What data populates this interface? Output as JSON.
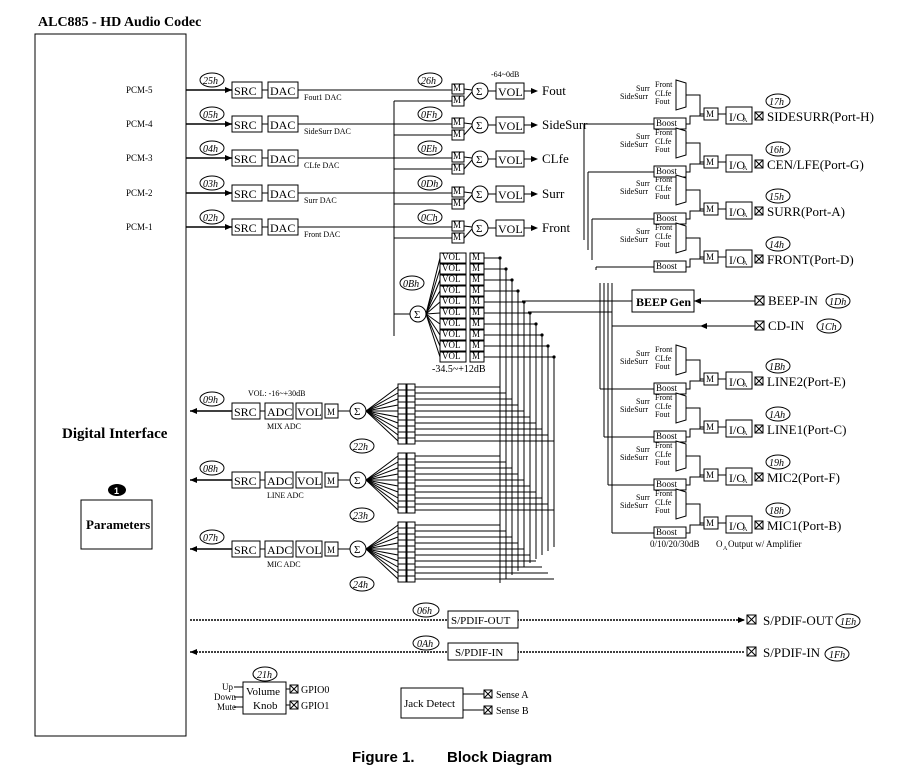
{
  "title": "ALC885 - HD Audio Codec",
  "caption": {
    "figure": "Figure 1.",
    "name": "Block Diagram"
  },
  "digital_interface": "Digital Interface",
  "parameters": {
    "badge": "1",
    "label": "Parameters"
  },
  "labels": {
    "src": "SRC",
    "dac": "DAC",
    "adc": "ADC",
    "vol": "VOL",
    "m": "M",
    "boost": "Boost",
    "ioa": "I/O",
    "ioa_sub": "A",
    "sigma": "Σ"
  },
  "pcm_outputs": [
    {
      "pcm": "PCM-5",
      "src_node": "25h",
      "dac_label": "Fout1 DAC",
      "mix_node": "26h",
      "out": "Fout",
      "vol_range": "-64~0dB"
    },
    {
      "pcm": "PCM-4",
      "src_node": "05h",
      "dac_label": "SideSurr DAC",
      "mix_node": "0Fh",
      "out": "SideSurr",
      "vol_range": ""
    },
    {
      "pcm": "PCM-3",
      "src_node": "04h",
      "dac_label": "CLfe DAC",
      "mix_node": "0Eh",
      "out": "CLfe",
      "vol_range": ""
    },
    {
      "pcm": "PCM-2",
      "src_node": "03h",
      "dac_label": "Surr DAC",
      "mix_node": "0Dh",
      "out": "Surr",
      "vol_range": ""
    },
    {
      "pcm": "PCM-1",
      "src_node": "02h",
      "dac_label": "Front DAC",
      "mix_node": "0Ch",
      "out": "Front",
      "vol_range": ""
    }
  ],
  "mixer": {
    "node": "0Bh",
    "range": "-34.5~+12dB"
  },
  "adcs": [
    {
      "node": "09h",
      "label": "MIX ADC",
      "mix_node": "22h",
      "vol": "VOL: -16~+30dB"
    },
    {
      "node": "08h",
      "label": "LINE ADC",
      "mix_node": "23h",
      "vol": ""
    },
    {
      "node": "07h",
      "label": "MIC ADC",
      "mix_node": "24h",
      "vol": ""
    }
  ],
  "ports": [
    {
      "node": "17h",
      "name": "SIDESURR(Port-H)"
    },
    {
      "node": "16h",
      "name": "CEN/LFE(Port-G)"
    },
    {
      "node": "15h",
      "name": "SURR(Port-A)"
    },
    {
      "node": "14h",
      "name": "FRONT(Port-D)"
    },
    {
      "node": "1Bh",
      "name": "LINE2(Port-E)"
    },
    {
      "node": "1Ah",
      "name": "LINE1(Port-C)"
    },
    {
      "node": "19h",
      "name": "MIC2(Port-F)"
    },
    {
      "node": "18h",
      "name": "MIC1(Port-B)"
    }
  ],
  "port_mux_inputs": [
    "Front",
    "Surr",
    "SideSurr",
    "CLfe",
    "Fout"
  ],
  "beep": {
    "label": "BEEP Gen",
    "in": "BEEP-IN",
    "node": "1Dh"
  },
  "cd": {
    "in": "CD-IN",
    "node": "1Ch"
  },
  "boost_gain": "0/10/20/30dB",
  "output_note": "Output w/ Amplifier",
  "output_note_o": "O",
  "output_note_sub": "A",
  "spdif_out": {
    "node": "06h",
    "label": "S/PDIF-OUT",
    "pin": "S/PDIF-OUT",
    "pin_node": "1Eh"
  },
  "spdif_in": {
    "node": "0Ah",
    "label": "S/PDIF-IN",
    "pin": "S/PDIF-IN",
    "pin_node": "1Fh"
  },
  "volume_knob": {
    "node": "21h",
    "line1": "Volume",
    "line2": "Knob",
    "up": "Up",
    "down": "Down",
    "mute": "Mute",
    "gpio0": "GPIO0",
    "gpio1": "GPIO1"
  },
  "jack_detect": {
    "label": "Jack Detect",
    "sense_a": "Sense A",
    "sense_b": "Sense B"
  }
}
